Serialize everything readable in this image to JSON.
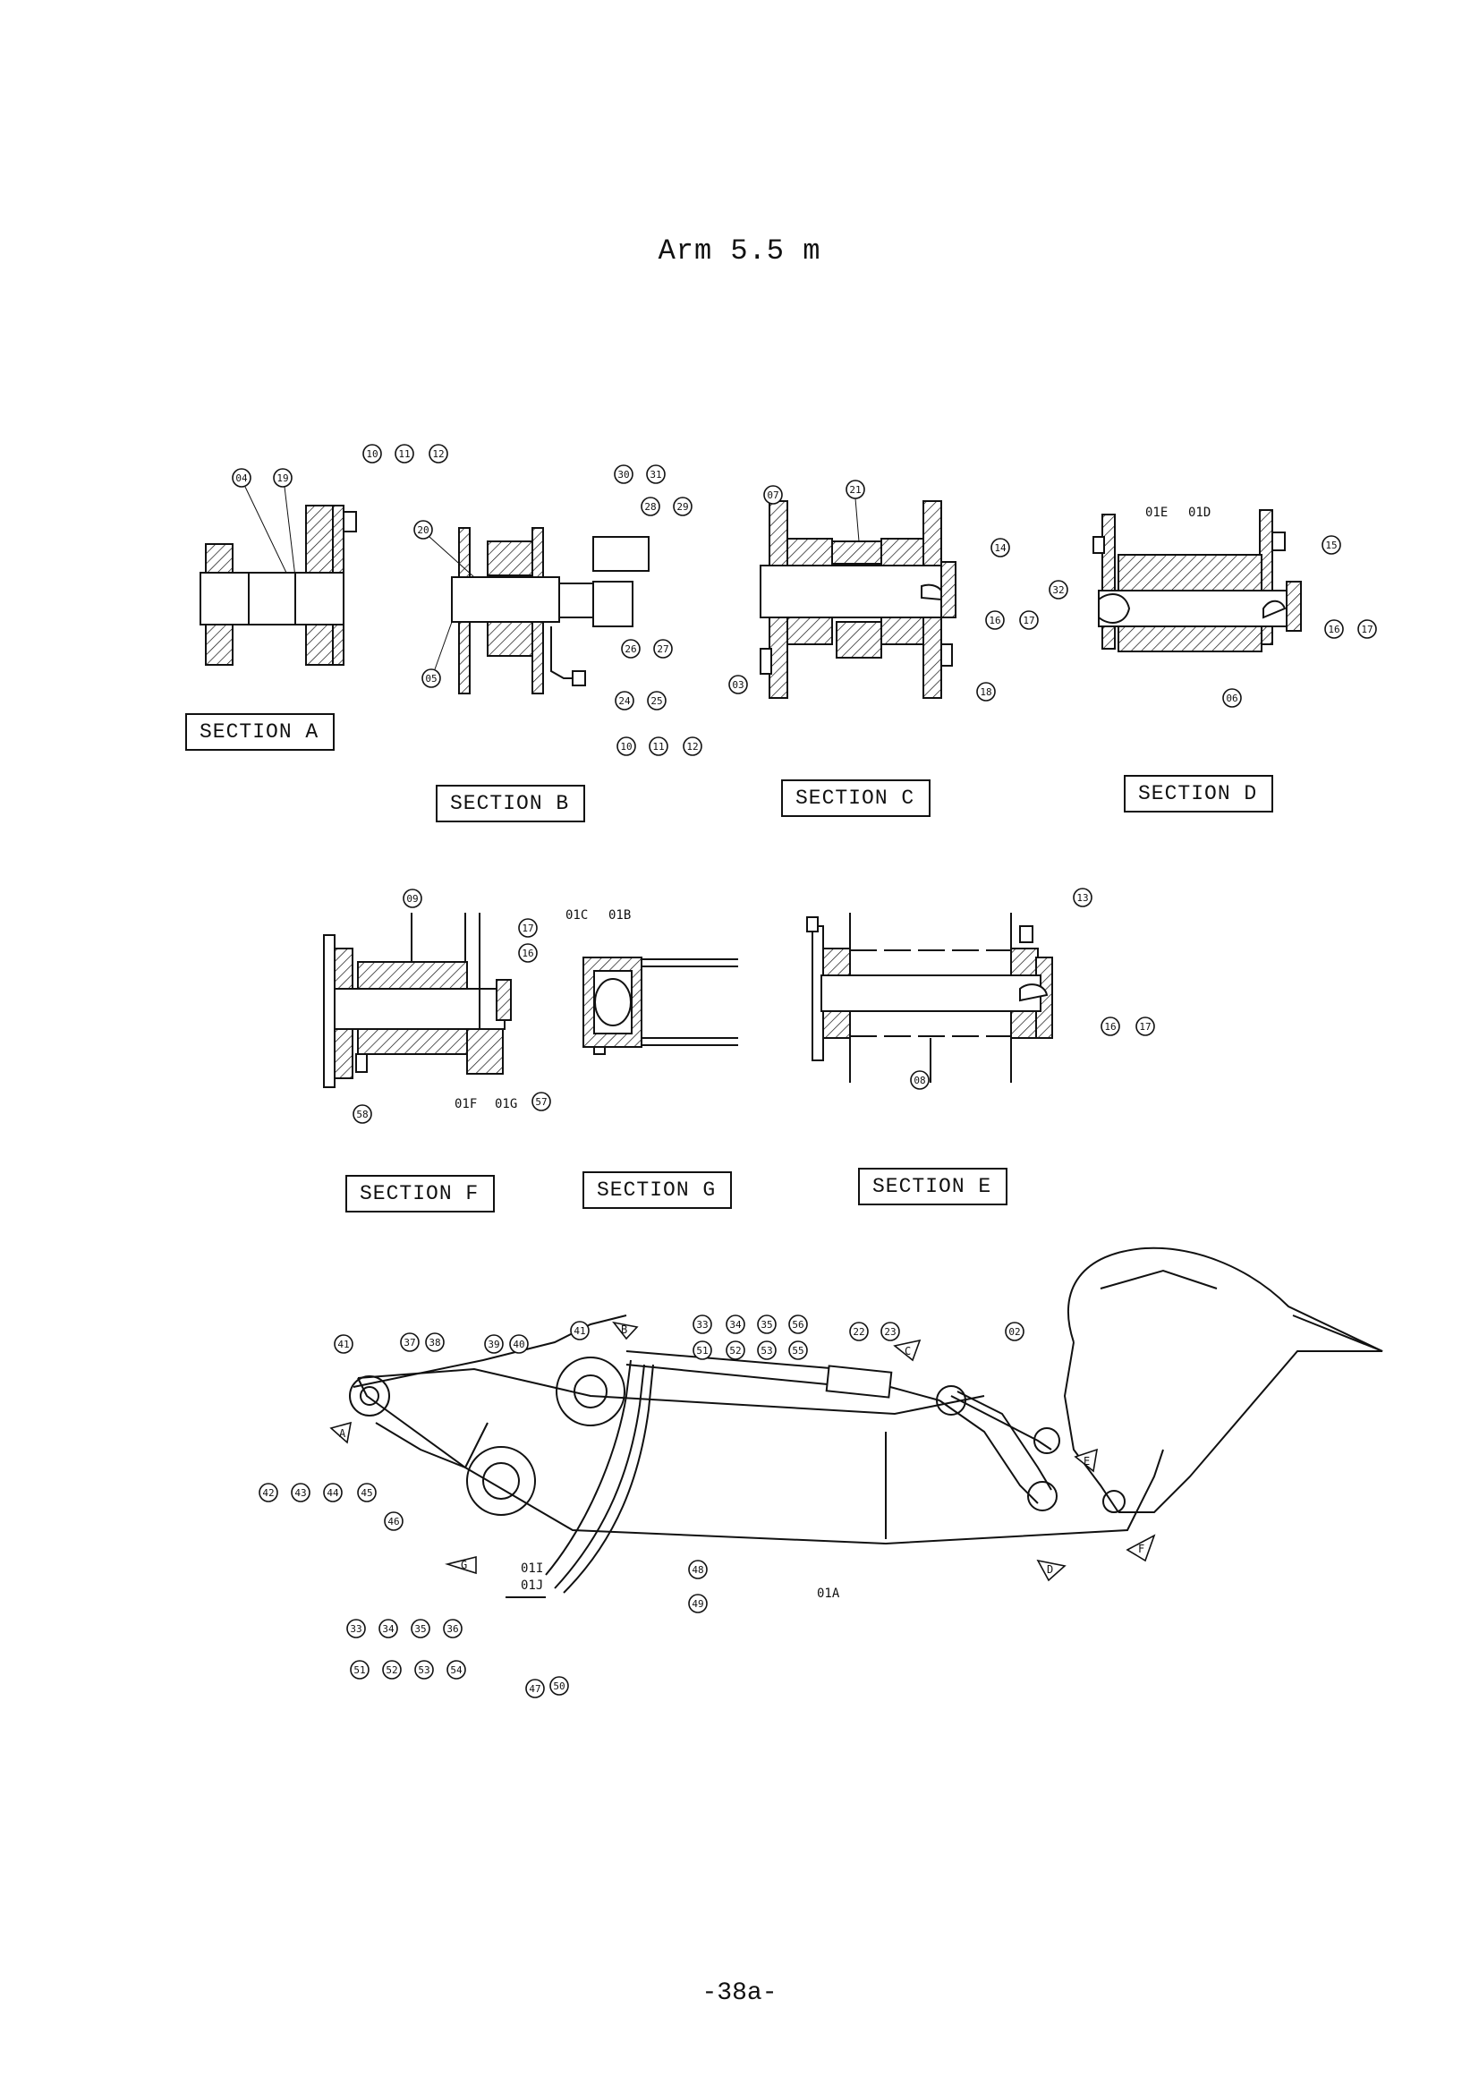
{
  "title": "Arm 5.5 m",
  "page_number": "-38a-",
  "sections": [
    {
      "id": "A",
      "label": "SECTION A",
      "callouts": [
        "04",
        "19",
        "10",
        "11",
        "12"
      ]
    },
    {
      "id": "B",
      "label": "SECTION B",
      "callouts": [
        "20",
        "05",
        "30",
        "31",
        "28",
        "29",
        "26",
        "27",
        "24",
        "25",
        "10",
        "11",
        "12"
      ]
    },
    {
      "id": "C",
      "label": "SECTION C",
      "callouts": [
        "07",
        "21",
        "14",
        "16",
        "17",
        "03",
        "18"
      ]
    },
    {
      "id": "D",
      "label": "SECTION D",
      "callouts": [
        "01E",
        "01D",
        "15",
        "32",
        "16",
        "17",
        "06"
      ]
    },
    {
      "id": "F",
      "label": "SECTION F",
      "callouts": [
        "09",
        "17",
        "16",
        "58",
        "01F",
        "01G",
        "57"
      ]
    },
    {
      "id": "G",
      "label": "SECTION G",
      "callouts": [
        "01C",
        "01B"
      ]
    },
    {
      "id": "E",
      "label": "SECTION E",
      "callouts": [
        "13",
        "16",
        "17",
        "08"
      ]
    }
  ],
  "assembly": {
    "callouts": [
      "41",
      "37",
      "38",
      "39",
      "40",
      "41",
      "33",
      "34",
      "35",
      "56",
      "51",
      "52",
      "53",
      "55",
      "22",
      "23",
      "02",
      "42",
      "43",
      "44",
      "45",
      "46",
      "01I",
      "01J",
      "48",
      "49",
      "01A",
      "33",
      "34",
      "35",
      "36",
      "51",
      "52",
      "53",
      "54",
      "47",
      "50"
    ],
    "view_arrows": [
      "A",
      "B",
      "C",
      "D",
      "E",
      "F",
      "G"
    ]
  },
  "colors": {
    "ink": "#111111",
    "paper": "#ffffff"
  }
}
